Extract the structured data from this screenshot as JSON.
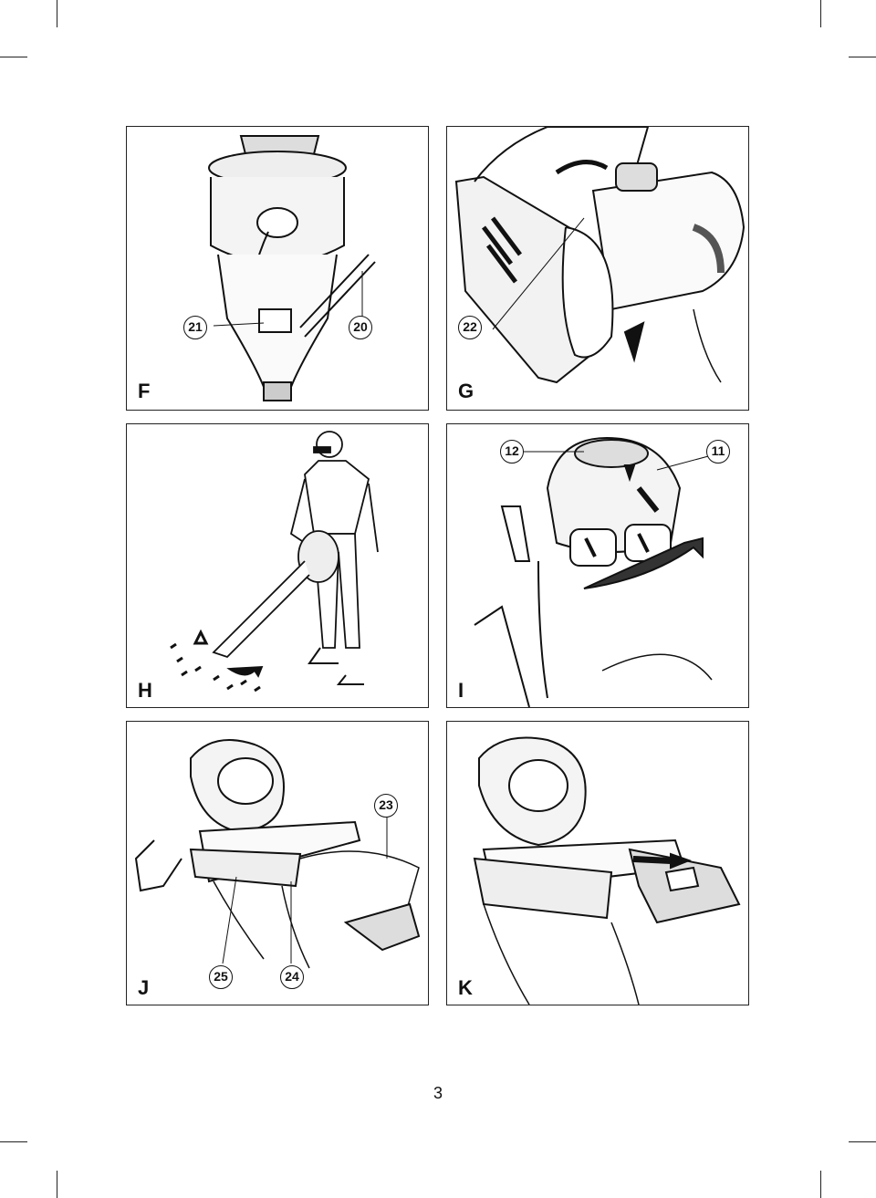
{
  "page_number": "3",
  "figures": [
    {
      "letter": "F",
      "callouts": [
        "21",
        "20"
      ]
    },
    {
      "letter": "G",
      "callouts": [
        "22"
      ]
    },
    {
      "letter": "H",
      "callouts": []
    },
    {
      "letter": "I",
      "callouts": [
        "12",
        "11"
      ]
    },
    {
      "letter": "J",
      "callouts": [
        "23",
        "25",
        "24"
      ]
    },
    {
      "letter": "K",
      "callouts": []
    }
  ]
}
